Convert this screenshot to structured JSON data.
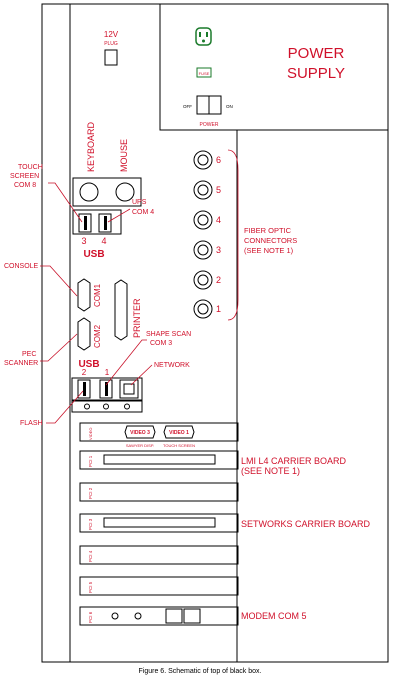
{
  "labels": {
    "plug_12v_line1": "12V",
    "plug_12v_line2": "PLUG",
    "power_supply_line1": "POWER",
    "power_supply_line2": "SUPPLY",
    "switch_off": "OFF",
    "switch_on": "ON",
    "switch_caption": "POWER",
    "fuse": "FUSE",
    "keyboard": "KEYBOARD",
    "mouse": "MOUSE",
    "touch_screen_line1": "TOUCH",
    "touch_screen_line2": "SCREEN",
    "touch_screen_line3": "COM 8",
    "ups_line1": "UPS",
    "ups_line2": "COM 4",
    "port_3": "3",
    "port_4": "4",
    "usb_top": "USB",
    "console": "CONSOLE",
    "com1": "COM1",
    "com2": "COM2",
    "printer": "PRINTER",
    "pec_line1": "PEC",
    "pec_line2": "SCANNER",
    "shape_scan_line1": "SHAPE SCAN",
    "shape_scan_line2": "COM 3",
    "network": "NETWORK",
    "usb_bottom": "USB",
    "port_2": "2",
    "port_1": "1",
    "flash": "FLASH",
    "fiber_line1": "FIBER OPTIC",
    "fiber_line2": "CONNECTORS",
    "fiber_line3": "(SEE NOTE 1)",
    "fiber_numbers": [
      "6",
      "5",
      "4",
      "3",
      "2",
      "1"
    ],
    "video_label": "VIDEO",
    "video3": "VIDEO 3",
    "video1": "VIDEO 1",
    "sawyer_disp": "SAWYER DISP.",
    "touch_screen_small": "TOUCH SCREEN",
    "pci_slots": [
      "PCI 1",
      "PCI 2",
      "PCI 3",
      "PCI 4",
      "PCI 5",
      "PCI 6"
    ],
    "lmi_line1": "LMI L4 CARRIER BOARD",
    "lmi_line2": "(SEE NOTE 1)",
    "setworks": "SETWORKS CARRIER BOARD",
    "modem": "MODEM COM 5",
    "caption": "Figure 6.  Schematic of top of black box."
  }
}
